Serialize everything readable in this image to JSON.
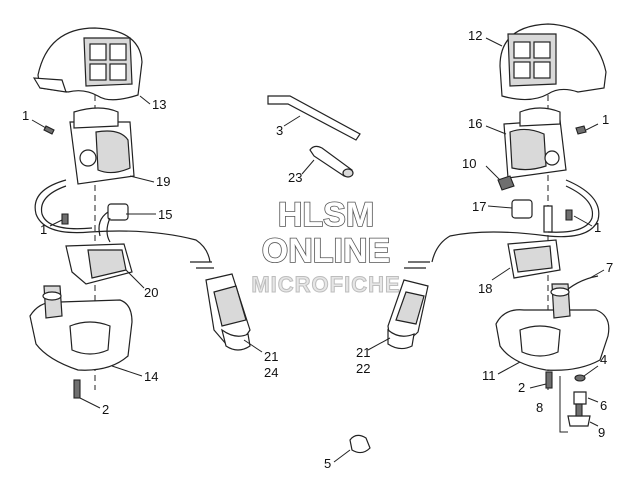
{
  "watermark": {
    "line1": "HLSM",
    "line2": "ONLINE",
    "line3": "MICROFICHE"
  },
  "callouts": {
    "l_1a": "1",
    "l_1b": "1",
    "l_2": "2",
    "l_3": "3",
    "l_5": "5",
    "l_13": "13",
    "l_14": "14",
    "l_15": "15",
    "l_19": "19",
    "l_20": "20",
    "l_21": "21",
    "l_24": "24",
    "l_23": "23",
    "r_12": "12",
    "r_16": "16",
    "r_1a": "1",
    "r_10": "10",
    "r_17": "17",
    "r_1b": "1",
    "r_7": "7",
    "r_18": "18",
    "r_21": "21",
    "r_22": "22",
    "r_11": "11",
    "r_2": "2",
    "r_4": "4",
    "r_8": "8",
    "r_6": "6",
    "r_9": "9"
  }
}
